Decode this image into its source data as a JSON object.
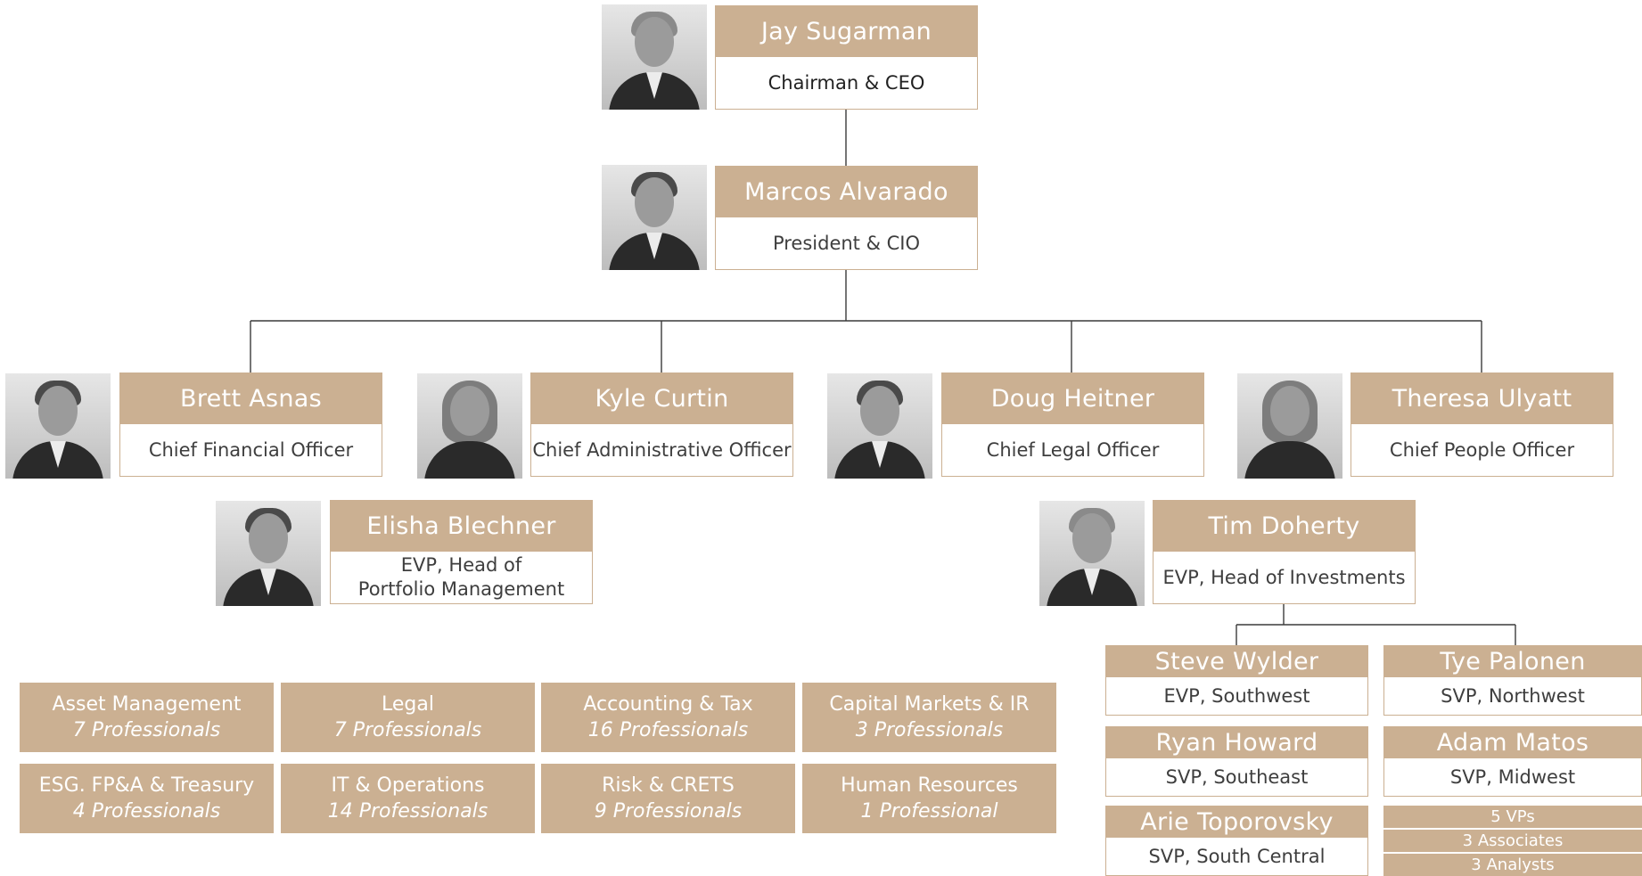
{
  "executives": [
    {
      "key": "jay",
      "name": "Jay Sugarman",
      "title": "Chairman & CEO"
    },
    {
      "key": "marcos",
      "name": "Marcos Alvarado",
      "title": "President & CIO"
    },
    {
      "key": "brett",
      "name": "Brett Asnas",
      "title": "Chief Financial Officer"
    },
    {
      "key": "kyle",
      "name": "Kyle Curtin",
      "title": "Chief Administrative Officer"
    },
    {
      "key": "doug",
      "name": "Doug Heitner",
      "title": "Chief Legal Officer"
    },
    {
      "key": "theresa",
      "name": "Theresa Ulyatt",
      "title": "Chief People Officer"
    },
    {
      "key": "elisha",
      "name": "Elisha Blechner",
      "title": "EVP, Head of\nPortfolio Management"
    },
    {
      "key": "tim",
      "name": "Tim Doherty",
      "title": "EVP, Head of Investments"
    }
  ],
  "regional": [
    {
      "name": "Steve Wylder",
      "title": "EVP, Southwest"
    },
    {
      "name": "Tye Palonen",
      "title": "SVP, Northwest"
    },
    {
      "name": "Ryan Howard",
      "title": "SVP, Southeast"
    },
    {
      "name": "Adam Matos",
      "title": "SVP, Midwest"
    },
    {
      "name": "Arie Toporovsky",
      "title": "SVP, South Central"
    }
  ],
  "staff": [
    "5 VPs",
    "3 Associates",
    "3 Analysts"
  ],
  "teams": [
    {
      "dept": "Asset Management",
      "count": "7 Professionals"
    },
    {
      "dept": "Legal",
      "count": "7 Professionals"
    },
    {
      "dept": "Accounting & Tax",
      "count": "16 Professionals"
    },
    {
      "dept": "Capital Markets & IR",
      "count": "3 Professionals"
    },
    {
      "dept": "ESG. FP&A & Treasury",
      "count": "4 Professionals"
    },
    {
      "dept": "IT & Operations",
      "count": "14 Professionals"
    },
    {
      "dept": "Risk & CRETS",
      "count": "9 Professionals"
    },
    {
      "dept": "Human Resources",
      "count": "1 Professional"
    }
  ]
}
